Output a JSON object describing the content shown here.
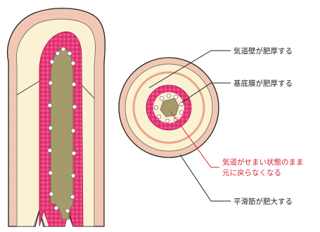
{
  "labels": {
    "airway_wall": "気道壁が肥厚する",
    "basement_membrane": "基底膜が肥厚する",
    "narrowed_line1": "気道がせまい状態のまま",
    "narrowed_line2": "元に戻らなくなる",
    "smooth_muscle": "平滑筋が肥大する"
  },
  "colors": {
    "outer_wall": "#f1c8b4",
    "wall_inner": "#fbf1d3",
    "mucosa": "#e83a7a",
    "lumen": "#a49a6c",
    "line": "#222222",
    "highlight_text": "#d8243a"
  }
}
